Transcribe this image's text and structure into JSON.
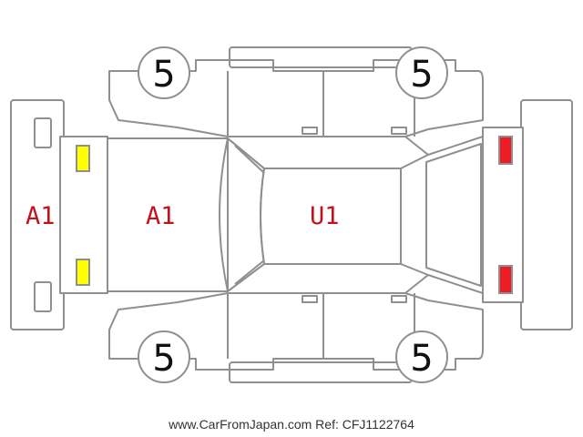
{
  "colors": {
    "line": "#8f8f8f",
    "code_text": "#c0141c",
    "front_lamp": "#ffff00",
    "rear_lamp": "#ee1c25"
  },
  "tires": {
    "front_left": "5",
    "rear_left": "5",
    "front_right": "5",
    "rear_right": "5"
  },
  "codes": {
    "front_bumper": "A1",
    "hood": "A1",
    "roof": "U1"
  },
  "lamps": {
    "front": [
      "yellow-marker",
      "yellow-marker"
    ],
    "rear": [
      "red-marker",
      "red-marker"
    ]
  },
  "footer": {
    "text": "www.CarFromJapan.com Ref: CFJ1122764"
  }
}
